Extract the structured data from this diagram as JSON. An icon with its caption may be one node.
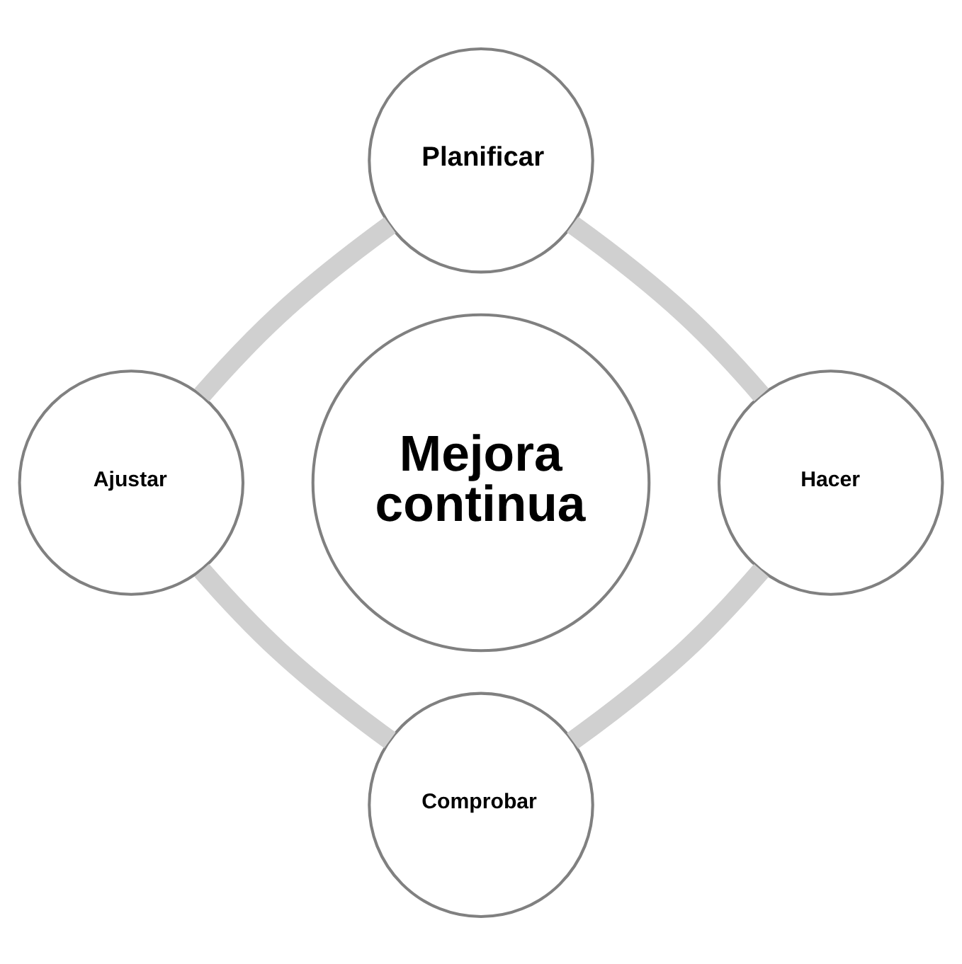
{
  "diagram": {
    "nodes": [
      {
        "text": [
          "Mejora continua"
        ]
      },
      {
        "text": [
          "Planificar"
        ]
      },
      {
        "text": [
          "Hacer"
        ]
      },
      {
        "text": [
          "Comprobar"
        ]
      },
      {
        "text": [
          "Ajustar"
        ]
      }
    ],
    "edges": [
      {
        "from": 1,
        "to": 2,
        "arrow": "none"
      },
      {
        "from": 2,
        "to": 3,
        "arrow": "none"
      },
      {
        "from": 3,
        "to": 4,
        "arrow": "none"
      },
      {
        "from": 4,
        "to": 1,
        "arrow": "none"
      }
    ]
  }
}
